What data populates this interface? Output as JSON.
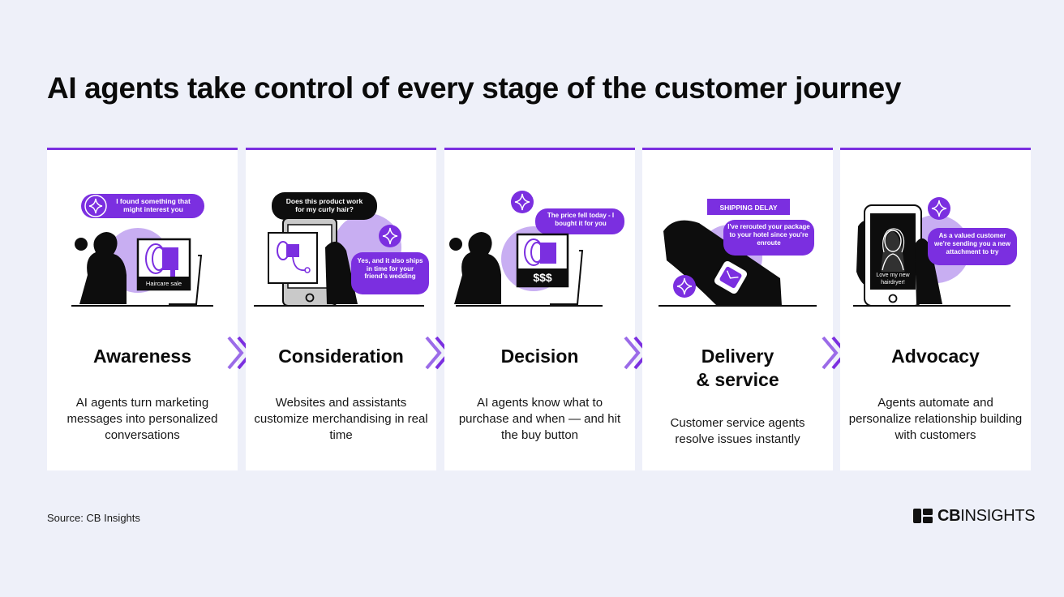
{
  "title": "AI agents take control of every stage of the customer journey",
  "accent_color": "#7b2fe0",
  "stages": [
    {
      "heading": "Awareness",
      "description": "AI agents turn marketing messages into personalized conversations",
      "bubbles": [
        "I found something that might interest you"
      ],
      "labels": [
        "Haircare sale"
      ]
    },
    {
      "heading": "Consideration",
      "description": "Websites and assistants customize merchandising in real time",
      "bubbles": [
        "Does this product work for my curly hair?",
        "Yes, and it also ships in time for your friend's wedding"
      ],
      "labels": []
    },
    {
      "heading": "Decision",
      "description": "AI agents know what to purchase and when — and hit the buy button",
      "bubbles": [
        "The price fell today - I bought it for you"
      ],
      "labels": [
        "$$$"
      ]
    },
    {
      "heading": "Delivery & service",
      "heading_lines": [
        "Delivery",
        "& service"
      ],
      "description": "Customer service agents resolve issues instantly",
      "bubbles": [
        "I've rerouted your package to your hotel since you're enroute"
      ],
      "labels": [
        "SHIPPING DELAY"
      ]
    },
    {
      "heading": "Advocacy",
      "description": "Agents automate and personalize relationship building with customers",
      "bubbles": [
        "As a valued customer we're sending you a new attachment to try"
      ],
      "labels": [
        "Love my new hairdryer!"
      ]
    }
  ],
  "source": "Source: CB Insights",
  "logo": {
    "bold": "CB",
    "regular": "INSIGHTS"
  }
}
